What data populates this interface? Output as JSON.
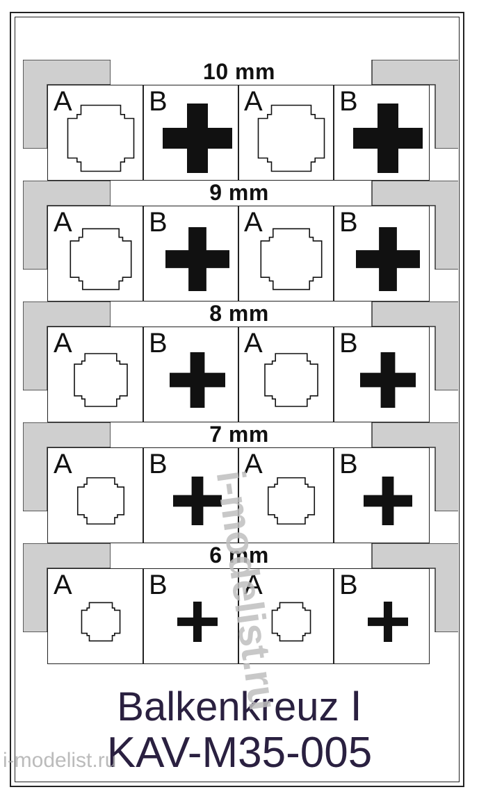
{
  "sheet": {
    "title": "Balkenkreuz Ⅰ",
    "code": "KAV-M35-005",
    "watermark_vertical": "i-modelist.ru",
    "watermark_bottom": "i-modelist.ru"
  },
  "colors": {
    "bracket_fill": "#cfcfcf",
    "ink": "#111111",
    "title_ink": "#2a2040"
  },
  "rows": [
    {
      "size": "10 mm",
      "cells": [
        {
          "letter": "A",
          "style": "outline"
        },
        {
          "letter": "B",
          "style": "solid"
        },
        {
          "letter": "A",
          "style": "outline"
        },
        {
          "letter": "B",
          "style": "solid"
        }
      ]
    },
    {
      "size": "9 mm",
      "cells": [
        {
          "letter": "A",
          "style": "outline"
        },
        {
          "letter": "B",
          "style": "solid"
        },
        {
          "letter": "A",
          "style": "outline"
        },
        {
          "letter": "B",
          "style": "solid"
        }
      ]
    },
    {
      "size": "8 mm",
      "cells": [
        {
          "letter": "A",
          "style": "outline"
        },
        {
          "letter": "B",
          "style": "solid"
        },
        {
          "letter": "A",
          "style": "outline"
        },
        {
          "letter": "B",
          "style": "solid"
        }
      ]
    },
    {
      "size": "7 mm",
      "cells": [
        {
          "letter": "A",
          "style": "outline"
        },
        {
          "letter": "B",
          "style": "solid"
        },
        {
          "letter": "A",
          "style": "outline"
        },
        {
          "letter": "B",
          "style": "solid"
        }
      ]
    },
    {
      "size": "6 mm",
      "cells": [
        {
          "letter": "A",
          "style": "outline"
        },
        {
          "letter": "B",
          "style": "solid"
        },
        {
          "letter": "A",
          "style": "outline"
        },
        {
          "letter": "B",
          "style": "solid"
        }
      ]
    }
  ]
}
